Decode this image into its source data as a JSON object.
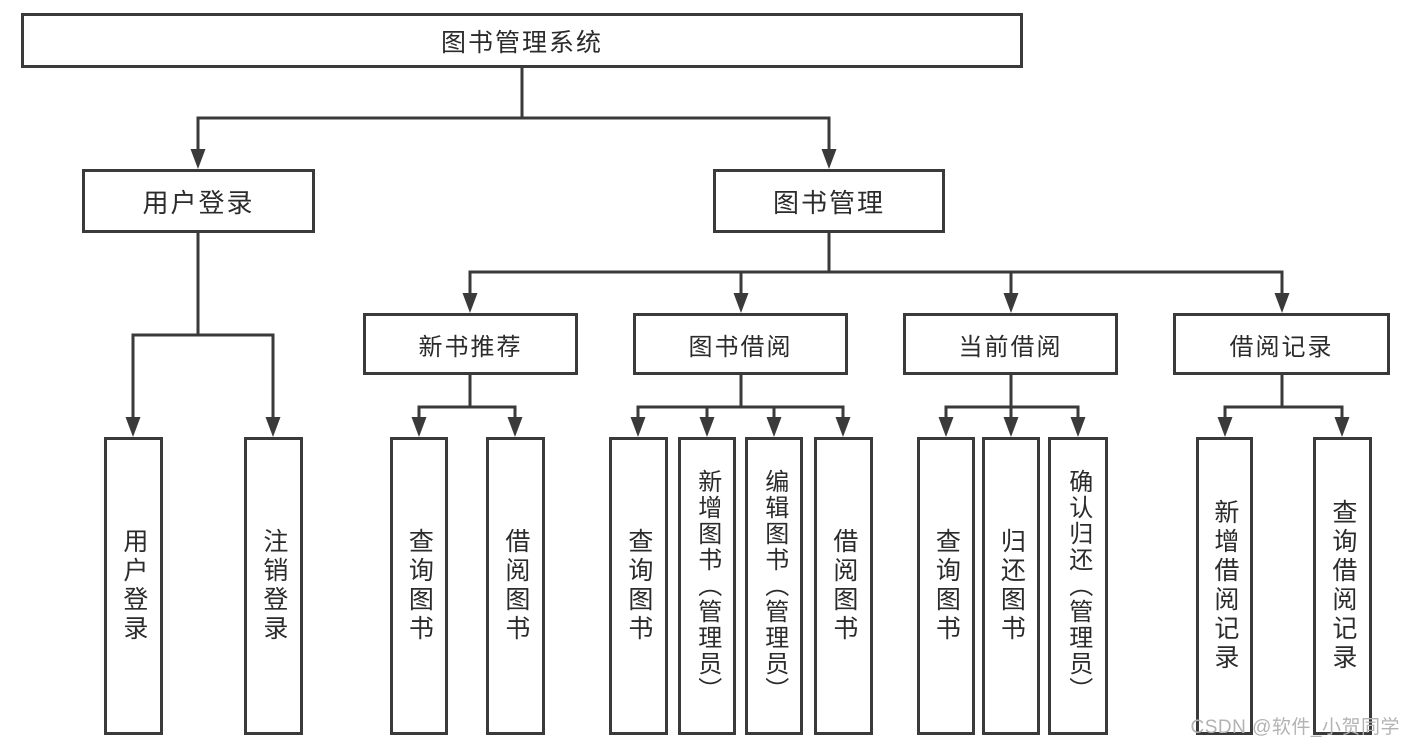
{
  "diagram": {
    "title": "图书管理系统",
    "nodes": {
      "system": "图书管理系统",
      "user_login": "用户登录",
      "book_mgmt": "图书管理",
      "new_book_rec": "新书推荐",
      "book_borrow": "图书借阅",
      "current_borrow": "当前借阅",
      "borrow_record": "借阅记录",
      "leaf_user_login": "用户登录",
      "leaf_logout": "注销登录",
      "rec_query": "查询图书",
      "rec_borrow": "借阅图书",
      "bb_query": "查询图书",
      "bb_add": "新增图书（管理员）",
      "bb_edit": "编辑图书（管理员）",
      "bb_borrow": "借阅图书",
      "cb_query": "查询图书",
      "cb_return": "归还图书",
      "cb_confirm": "确认归还（管理员）",
      "br_add": "新增借阅记录",
      "br_query": "查询借阅记录"
    },
    "hierarchy": {
      "图书管理系统": {
        "用户登录": [
          "用户登录",
          "注销登录"
        ],
        "图书管理": {
          "新书推荐": [
            "查询图书",
            "借阅图书"
          ],
          "图书借阅": [
            "查询图书",
            "新增图书（管理员）",
            "编辑图书（管理员）",
            "借阅图书"
          ],
          "当前借阅": [
            "查询图书",
            "归还图书",
            "确认归还（管理员）"
          ],
          "借阅记录": [
            "新增借阅记录",
            "查询借阅记录"
          ]
        }
      }
    }
  },
  "watermark": {
    "text": "CSDN @软件_小贺同学"
  },
  "colors": {
    "line": "#3a3a3a",
    "text": "#2b2b2b",
    "background": "#ffffff",
    "watermark": "#b3b3b3"
  }
}
